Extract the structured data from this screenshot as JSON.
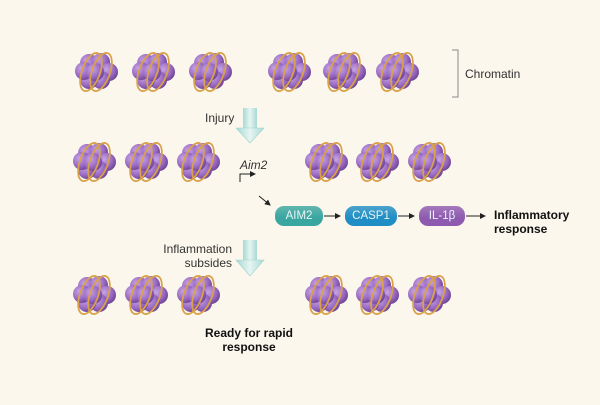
{
  "labels": {
    "chromatin": "Chromatin",
    "injury": "Injury",
    "gene": "Aim2",
    "subsides_line1": "Inflammation",
    "subsides_line2": "subsides",
    "ready_line1": "Ready for rapid",
    "ready_line2": "response",
    "response_line1": "Inflammatory",
    "response_line2": "response"
  },
  "pathway": [
    {
      "label": "AIM2",
      "color": "#3aa6a0"
    },
    {
      "label": "CASP1",
      "color": "#1f8ec4"
    },
    {
      "label": "IL-1β",
      "color": "#8e5ab0"
    }
  ],
  "colors": {
    "background": "#fbf7ec",
    "histone": "#9b6cc4",
    "dna": "#d9a24a",
    "arrow": "#bfe3df"
  },
  "rows": [
    {
      "state": "closed",
      "nucleosome_count": 6
    },
    {
      "state": "open",
      "nucleosome_count": 6
    },
    {
      "state": "primed",
      "nucleosome_count": 6
    }
  ]
}
